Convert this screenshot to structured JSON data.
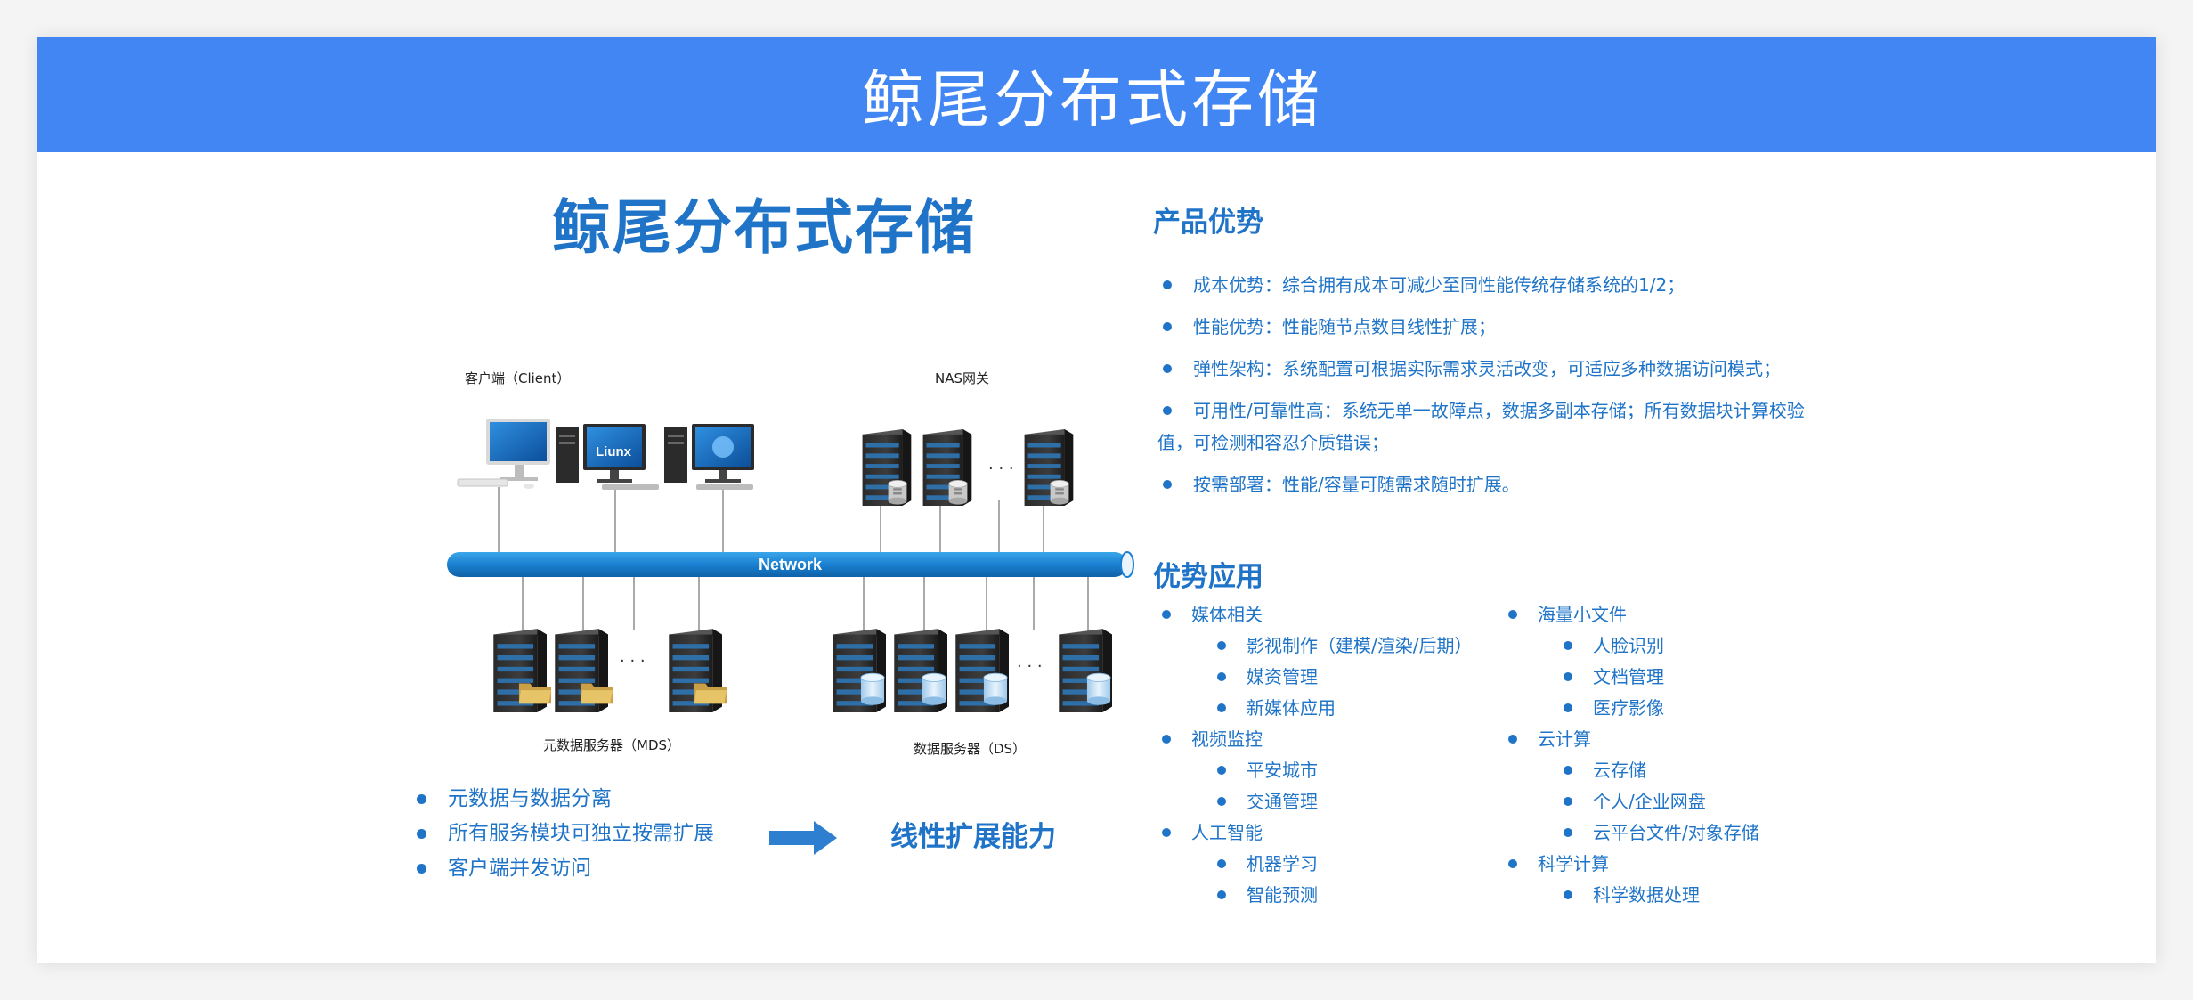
{
  "banner": {
    "title": "鲸尾分布式存储"
  },
  "diagram": {
    "title": "鲸尾分布式存储",
    "client_label": "客户端（Client）",
    "nas_label": "NAS网关",
    "network_label": "Network",
    "mds_label": "元数据服务器（MDS）",
    "ds_label": "数据服务器（DS）",
    "monitor_text": "Liunx",
    "ellipsis": "· · ·"
  },
  "features": {
    "items": [
      "元数据与数据分离",
      "所有服务模块可独立按需扩展",
      "客户端并发访问"
    ],
    "conclusion": "线性扩展能力"
  },
  "advantages": {
    "title": "产品优势",
    "items": [
      "成本优势：综合拥有成本可减少至同性能传统存储系统的1/2；",
      "性能优势：性能随节点数目线性扩展；",
      "弹性架构：系统配置可根据实际需求灵活改变，可适应多种数据访问模式；",
      "可用性/可靠性高：系统无单一故障点，数据多副本存储；所有数据块计算校验值，可检测和容忍介质错误；",
      "按需部署：性能/容量可随需求随时扩展。"
    ]
  },
  "applications": {
    "title": "优势应用",
    "left": [
      {
        "name": "媒体相关",
        "subs": [
          "影视制作（建模/渲染/后期）",
          "媒资管理",
          "新媒体应用"
        ]
      },
      {
        "name": "视频监控",
        "subs": [
          "平安城市",
          "交通管理"
        ]
      },
      {
        "name": "人工智能",
        "subs": [
          "机器学习",
          "智能预测"
        ]
      }
    ],
    "right": [
      {
        "name": "海量小文件",
        "subs": [
          "人脸识别",
          "文档管理",
          "医疗影像"
        ]
      },
      {
        "name": "云计算",
        "subs": [
          "云存储",
          "个人/企业网盘",
          "云平台文件/对象存储"
        ]
      },
      {
        "name": "科学计算",
        "subs": [
          "科学数据处理"
        ]
      }
    ]
  },
  "colors": {
    "banner": "#4286f4",
    "accent": "#1f74c8",
    "network": "#1a7fd0"
  }
}
